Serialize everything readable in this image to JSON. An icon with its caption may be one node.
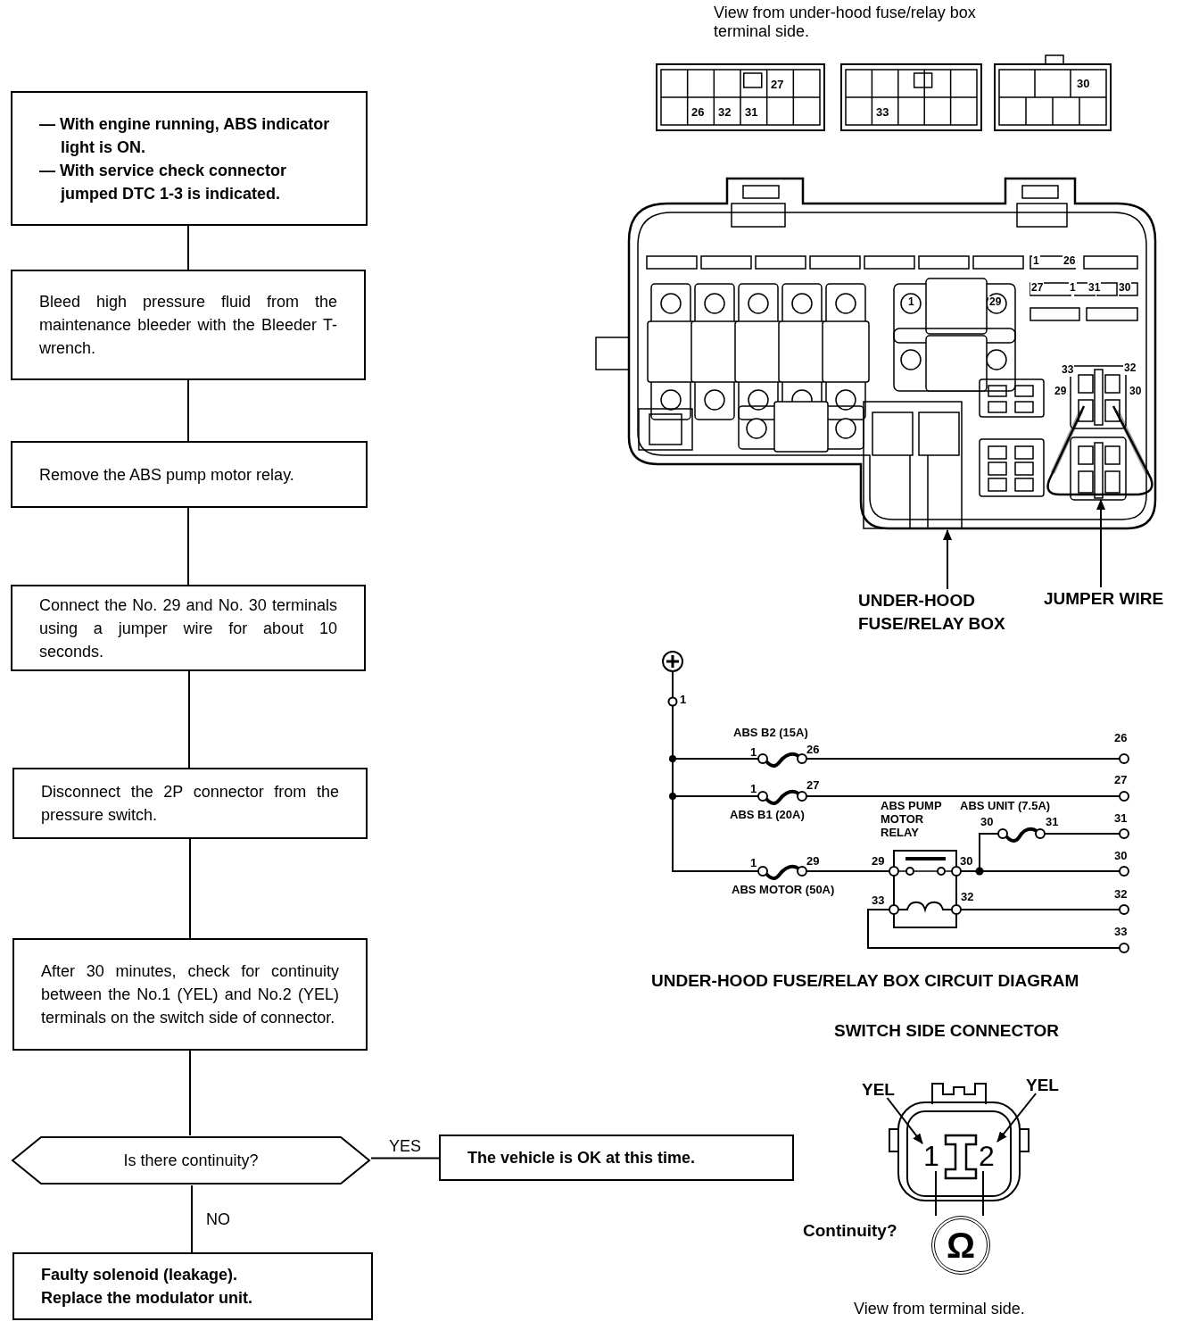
{
  "diagram": {
    "nodes": [
      {
        "text": [
          "— With engine running, ABS indicator light is ON.",
          "— With service check connector jumped DTC 1-3 is indicated."
        ]
      },
      {
        "text": [
          "Bleed high pressure fluid from the maintenance bleeder with the Bleeder T-wrench."
        ]
      },
      {
        "text": [
          "Remove the ABS pump motor relay."
        ]
      },
      {
        "text": [
          "Connect the No. 29 and No. 30 terminals using a jumper wire for about 10 seconds."
        ]
      },
      {
        "text": [
          "Disconnect the 2P connector from the pressure switch."
        ]
      },
      {
        "text": [
          "After 30 minutes, check for continuity between the No.1 (YEL) and No.2 (YEL) terminals on the switch side of connector."
        ]
      },
      {
        "text": [
          "Is there continuity?"
        ]
      },
      {
        "text": [
          "The vehicle is OK at this time."
        ]
      },
      {
        "text": [
          "Faulty solenoid (leakage).",
          "Replace the modulator unit."
        ]
      },
      {
        "text": [
          "UNDER-HOOD FUSE/RELAY BOX"
        ]
      },
      {
        "text": [],
        "shape": "picture"
      },
      {
        "text": [
          "JUMPER WIRE"
        ]
      },
      {
        "text": [],
        "shape": "wire",
        "in": 10
      },
      {
        "text": [
          "YEL"
        ]
      },
      {
        "text": [
          "YEL"
        ]
      },
      {
        "text": [],
        "shape": "picture"
      },
      {
        "text": [
          "1"
        ],
        "in": 15
      },
      {
        "text": [
          "2"
        ],
        "in": 15
      },
      {
        "text": [
          "Ω"
        ]
      }
    ],
    "edges": [
      {
        "from": 0,
        "to": 1,
        "arrow": "none"
      },
      {
        "from": 1,
        "to": 2,
        "arrow": "none"
      },
      {
        "from": 2,
        "to": 3,
        "arrow": "none"
      },
      {
        "from": 3,
        "to": 4,
        "arrow": "none"
      },
      {
        "from": 4,
        "to": 5,
        "arrow": "none"
      },
      {
        "from": 5,
        "to": 6,
        "arrow": "none"
      },
      {
        "from": 6,
        "to": 7,
        "label": "YES",
        "arrow": "none"
      },
      {
        "from": 6,
        "to": 8,
        "label": "NO",
        "arrow": "none"
      },
      {
        "from": 9,
        "to": 10,
        "arrow": "to"
      },
      {
        "from": 11,
        "to": 12,
        "arrow": "to"
      },
      {
        "from": 13,
        "to": 16,
        "arrow": "to"
      },
      {
        "from": 14,
        "to": 17,
        "arrow": "to"
      },
      {
        "from": 16,
        "to": 18,
        "arrow": "none"
      },
      {
        "from": 17,
        "to": 18,
        "arrow": "none"
      }
    ],
    "labels": [
      "View from under-hood fuse/relay box terminal side.",
      "27",
      "26",
      "32",
      "31",
      "33",
      "30",
      "1",
      "26",
      "27",
      "1",
      "31",
      "30",
      "1",
      "29",
      "33",
      "32",
      "29",
      "30",
      "1",
      "ABS B2 (15A)",
      "26",
      "1",
      "26",
      "27",
      "1",
      "27",
      "ABS PUMP MOTOR RELAY",
      "ABS UNIT (7.5A)",
      "ABS B1 (20A)",
      "31",
      "30",
      "31",
      "30",
      "1",
      "29",
      "29",
      "30",
      "ABS MOTOR (50A)",
      "33",
      "32",
      "32",
      "33",
      "UNDER-HOOD FUSE/RELAY BOX CIRCUIT DIAGRAM",
      "SWITCH SIDE CONNECTOR",
      "Continuity?",
      "View from terminal side."
    ]
  }
}
